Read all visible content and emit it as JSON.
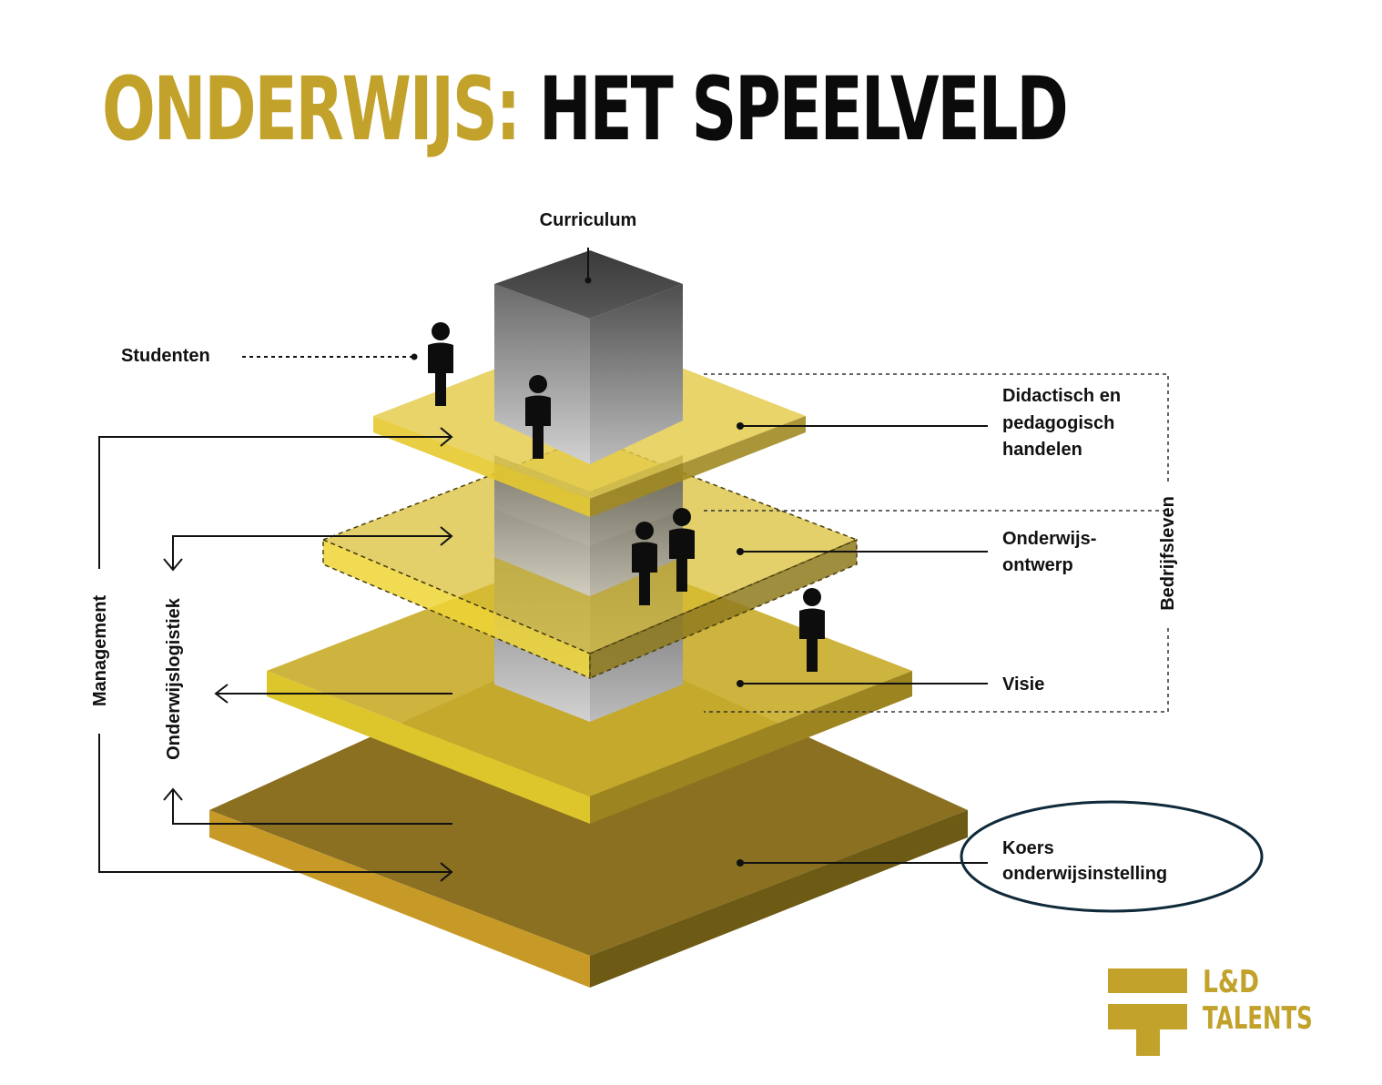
{
  "title": {
    "part1": "ONDERWIJS:",
    "part2": "HET SPEELVELD"
  },
  "labels": {
    "curriculum": "Curriculum",
    "studenten": "Studenten",
    "didactisch": [
      "Didactisch en",
      "pedagogisch",
      "handelen"
    ],
    "onderwijsontwerp": [
      "Onderwijs-",
      "ontwerp"
    ],
    "visie": "Visie",
    "koers": [
      "Koers",
      "onderwijsinstelling"
    ],
    "management": "Management",
    "onderwijslogistiek": "Onderwijslogistiek",
    "bedrijfsleven": "Bedrijfsleven"
  },
  "logo": {
    "line1": "L&D",
    "line2": "TALENTS"
  },
  "colors": {
    "gold": "#c2a22a",
    "layer_bottom": "#8a7020",
    "layer_visie": "#c9ae2e",
    "layer_ontwerp": "#dcc23a",
    "layer_didactisch": "#e3cb48",
    "column_gray": "#7d7d7d",
    "ellipse_stroke": "#0f2a3a"
  },
  "icons": [
    "person-icon",
    "arrow-icon"
  ]
}
